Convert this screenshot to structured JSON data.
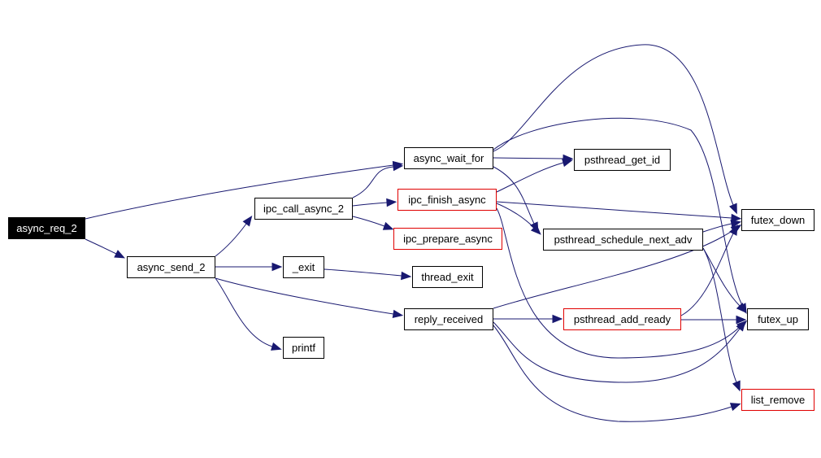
{
  "nodes": {
    "async_req_2": {
      "label": "async_req_2",
      "kind": "root"
    },
    "async_send_2": {
      "label": "async_send_2",
      "kind": "normal"
    },
    "ipc_call_async_2": {
      "label": "ipc_call_async_2",
      "kind": "normal"
    },
    "exit": {
      "label": "_exit",
      "kind": "normal"
    },
    "printf": {
      "label": "printf",
      "kind": "normal"
    },
    "async_wait_for": {
      "label": "async_wait_for",
      "kind": "normal"
    },
    "ipc_finish_async": {
      "label": "ipc_finish_async",
      "kind": "truncated"
    },
    "ipc_prepare_async": {
      "label": "ipc_prepare_async",
      "kind": "truncated"
    },
    "thread_exit": {
      "label": "thread_exit",
      "kind": "normal"
    },
    "reply_received": {
      "label": "reply_received",
      "kind": "normal"
    },
    "psthread_get_id": {
      "label": "psthread_get_id",
      "kind": "normal"
    },
    "psthread_schedule_next_adv": {
      "label": "psthread_schedule_next_adv",
      "kind": "normal"
    },
    "psthread_add_ready": {
      "label": "psthread_add_ready",
      "kind": "truncated"
    },
    "futex_down": {
      "label": "futex_down",
      "kind": "normal"
    },
    "futex_up": {
      "label": "futex_up",
      "kind": "normal"
    },
    "list_remove": {
      "label": "list_remove",
      "kind": "truncated"
    }
  },
  "edges": [
    [
      "async_req_2",
      "async_send_2"
    ],
    [
      "async_req_2",
      "async_wait_for"
    ],
    [
      "async_send_2",
      "ipc_call_async_2"
    ],
    [
      "async_send_2",
      "exit"
    ],
    [
      "async_send_2",
      "printf"
    ],
    [
      "async_send_2",
      "reply_received"
    ],
    [
      "ipc_call_async_2",
      "async_wait_for"
    ],
    [
      "ipc_call_async_2",
      "ipc_finish_async"
    ],
    [
      "ipc_call_async_2",
      "ipc_prepare_async"
    ],
    [
      "exit",
      "thread_exit"
    ],
    [
      "async_wait_for",
      "psthread_get_id"
    ],
    [
      "async_wait_for",
      "psthread_schedule_next_adv"
    ],
    [
      "async_wait_for",
      "futex_down"
    ],
    [
      "async_wait_for",
      "futex_up"
    ],
    [
      "ipc_finish_async",
      "psthread_get_id"
    ],
    [
      "ipc_finish_async",
      "psthread_schedule_next_adv"
    ],
    [
      "ipc_finish_async",
      "futex_down"
    ],
    [
      "ipc_finish_async",
      "futex_up"
    ],
    [
      "reply_received",
      "psthread_add_ready"
    ],
    [
      "reply_received",
      "futex_down"
    ],
    [
      "reply_received",
      "futex_up"
    ],
    [
      "reply_received",
      "list_remove"
    ],
    [
      "psthread_schedule_next_adv",
      "futex_down"
    ],
    [
      "psthread_schedule_next_adv",
      "futex_up"
    ],
    [
      "psthread_schedule_next_adv",
      "list_remove"
    ],
    [
      "psthread_add_ready",
      "futex_down"
    ],
    [
      "psthread_add_ready",
      "futex_up"
    ]
  ],
  "colors": {
    "edge": "#191970",
    "node_border": "#000000",
    "truncated_border": "#e00000",
    "root_fill": "#000000",
    "root_text": "#ffffff"
  }
}
